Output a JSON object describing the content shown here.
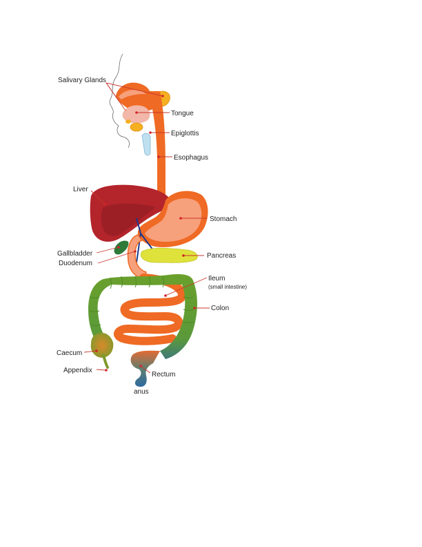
{
  "labels": {
    "salivary_glands": "Salivary Glands",
    "tongue": "Tongue",
    "epiglottis": "Epiglottis",
    "esophagus": "Esophagus",
    "liver": "Liver",
    "stomach": "Stomach",
    "gallbladder": "Gallbladder",
    "duodenum": "Duodenum",
    "pancreas": "Pancreas",
    "ileum": "Ileum",
    "small_intestine": "(small intestine)",
    "colon": "Colon",
    "caecum": "Caecum",
    "appendix": "Appendix",
    "rectum": "Rectum",
    "anus": "anus"
  },
  "colors": {
    "orange": "#ef6a24",
    "light_orange": "#f7a07c",
    "liver": "#b3242b",
    "gland": "#f4b021",
    "green": "#6aa02c",
    "pancreas": "#dfe23a",
    "rectum": "#2c6aa0",
    "leader": "#c8372d"
  }
}
